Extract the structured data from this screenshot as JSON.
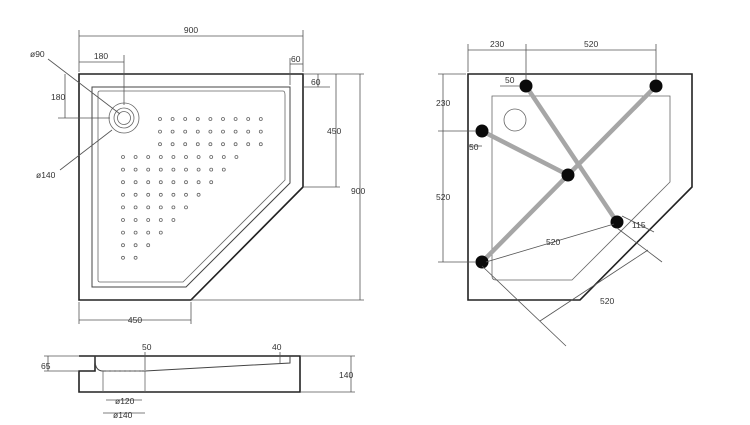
{
  "top_view": {
    "width": "900",
    "drain_x": "180",
    "drain_diameter": "ø90",
    "drain_y": "180",
    "drain_ring": "ø140",
    "rim_top": "60",
    "rim_side": "60",
    "right_straight": "450",
    "height": "900",
    "bottom_straight": "450"
  },
  "section": {
    "rim_height": "65",
    "total_height": "140",
    "slope_start": "50",
    "slope_end": "40",
    "pipe_inner": "ø120",
    "pipe_outer": "ø140"
  },
  "frame_view": {
    "top_left": "230",
    "top_right": "520",
    "leg_offset_top": "50",
    "left_top": "230",
    "left_bottom": "520",
    "leg_offset_left": "50",
    "diag_inner": "520",
    "leg_offset_diag": "115",
    "diag_outer": "520"
  },
  "colors": {
    "outline": "#222222",
    "beam": "#a6a6a6",
    "leg": "#0a0a0a"
  }
}
